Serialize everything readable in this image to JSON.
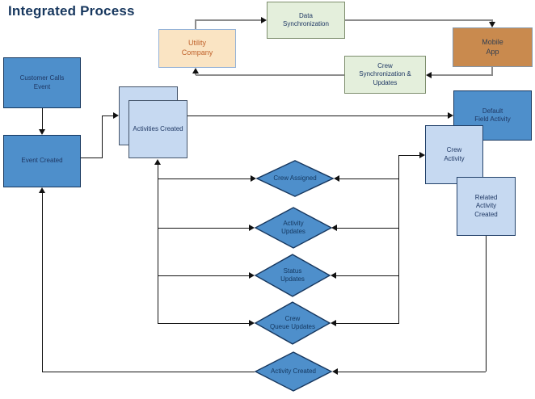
{
  "title": "Integrated Process",
  "colors": {
    "title_text": "#17375E",
    "blue_fill": "#4E8FCB",
    "blue_border": "#17375E",
    "node_text": "#1F3864",
    "light_blue_fill": "#C6D9F1",
    "green_fill": "#E4EFDC",
    "green_border": "#7E8E6E",
    "tan_fill": "#FAE4C3",
    "tan_border": "#95B3D7",
    "tan_text": "#C0622B",
    "orange_fill": "#C98A4E",
    "orange_border": "#8496A9",
    "gray_line": "#8C8C8C",
    "black_line": "#141414"
  },
  "nodes": {
    "customer_calls_event": {
      "label": "Customer Calls\nEvent",
      "shape": "rect"
    },
    "event_created": {
      "label": "Event Created",
      "shape": "rect"
    },
    "activities_created": {
      "label": "Activities Created",
      "shape": "stacked-rect"
    },
    "utility_company": {
      "label": "Utility\nCompany",
      "shape": "rect"
    },
    "data_synchronization": {
      "label": "Data\nSynchronization",
      "shape": "rect"
    },
    "mobile_app": {
      "label": "Mobile\nApp",
      "shape": "rect"
    },
    "crew_synchronization_updates": {
      "label": "Crew\nSynchronization &\nUpdates",
      "shape": "rect"
    },
    "default_field_activity": {
      "label": "Default\nField Activity",
      "shape": "rect"
    },
    "crew_activity": {
      "label": "Crew\nActivity",
      "shape": "rect"
    },
    "related_activity_created": {
      "label": "Related\nActivity\nCreated",
      "shape": "rect"
    },
    "crew_assigned": {
      "label": "Crew Assigned",
      "shape": "diamond"
    },
    "activity_updates": {
      "label": "Activity\nUpdates",
      "shape": "diamond"
    },
    "status_updates": {
      "label": "Status\nUpdates",
      "shape": "diamond"
    },
    "crew_queue_updates": {
      "label": "Crew\nQueue Updates",
      "shape": "diamond"
    },
    "activity_created": {
      "label": "Activity Created",
      "shape": "diamond"
    }
  }
}
